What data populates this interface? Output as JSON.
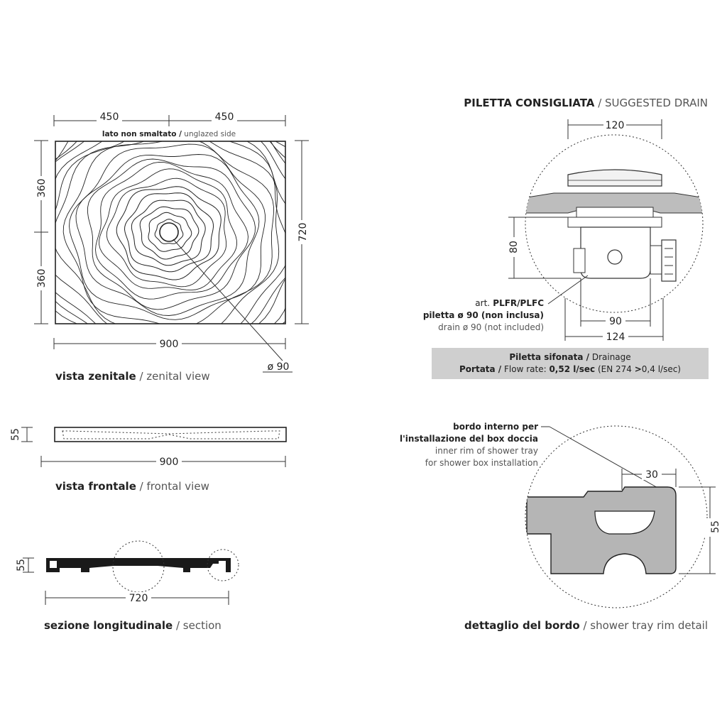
{
  "top_view": {
    "dim_top_left": "450",
    "dim_top_right": "450",
    "unglazed_it": "lato non smaltato /",
    "unglazed_en": " unglazed side",
    "dim_left_top": "360",
    "dim_left_bottom": "360",
    "dim_right": "720",
    "dim_bottom": "900",
    "drain_dia": "ø 90",
    "caption_it": "vista zenitale",
    "caption_en": " / zenital view"
  },
  "front_view": {
    "dim_height": "55",
    "dim_width": "900",
    "caption_it": "vista frontale",
    "caption_en": " / frontal view"
  },
  "section_view": {
    "dim_height": "55",
    "dim_width": "720",
    "caption_it": "sezione longitudinale",
    "caption_en": " / section"
  },
  "drain": {
    "title_it": "PILETTA CONSIGLIATA",
    "title_en": " / SUGGESTED DRAIN",
    "dim_top": "120",
    "dim_height": "80",
    "dim_inner": "90",
    "dim_outer": "124",
    "art_label": "art.",
    "art_code": " PLFR/PLFC",
    "drain_it": "piletta ø 90 (non inclusa)",
    "drain_en": "drain ø 90 (not included)",
    "box_line1_it": "Piletta sifonata /",
    "box_line1_en": " Drainage",
    "box_line2_it": "Portata /",
    "box_line2_en": " Flow rate: ",
    "box_line2_val": "0,52 l/sec",
    "box_line2_norm": "  (EN 274 ",
    "box_line2_gt": ">",
    "box_line2_min": "0,4 l/sec)",
    "box_color": "#cfcfcf"
  },
  "rim_detail": {
    "note_it_1": "bordo interno per",
    "note_it_2": "l'installazione del box doccia",
    "note_en_1": "inner rim of shower tray",
    "note_en_2": "for shower box installation",
    "dim_rim": "30",
    "dim_height": "55",
    "caption_it": "dettaglio del bordo",
    "caption_en": " / shower tray rim detail",
    "section_color": "#b5b5b5"
  }
}
